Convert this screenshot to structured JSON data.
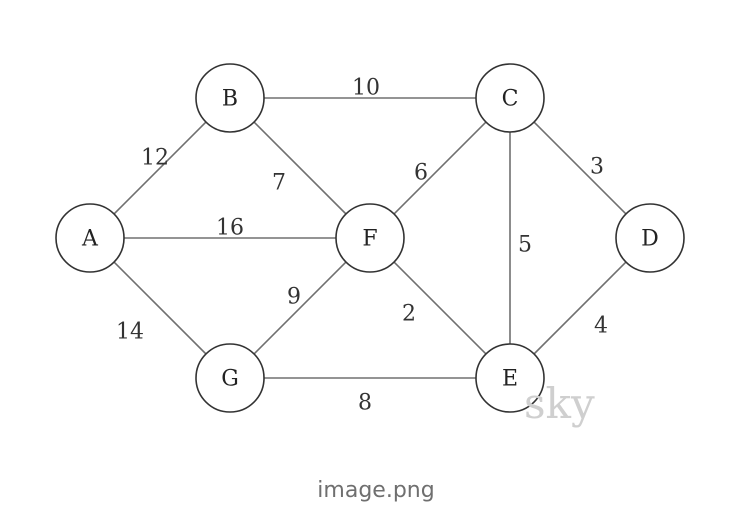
{
  "caption": "image.png",
  "watermark": "sky",
  "colors": {
    "edge": "#707070",
    "node_stroke": "#333333",
    "text": "#222222",
    "watermark": "#cfcfcf",
    "caption": "#6f6f6f"
  },
  "graph": {
    "nodes": [
      {
        "id": "A",
        "label": "A"
      },
      {
        "id": "B",
        "label": "B"
      },
      {
        "id": "C",
        "label": "C"
      },
      {
        "id": "D",
        "label": "D"
      },
      {
        "id": "E",
        "label": "E"
      },
      {
        "id": "F",
        "label": "F"
      },
      {
        "id": "G",
        "label": "G"
      }
    ],
    "edges": [
      {
        "from": "A",
        "to": "B",
        "weight": "12"
      },
      {
        "from": "A",
        "to": "F",
        "weight": "16"
      },
      {
        "from": "A",
        "to": "G",
        "weight": "14"
      },
      {
        "from": "B",
        "to": "C",
        "weight": "10"
      },
      {
        "from": "B",
        "to": "F",
        "weight": "7"
      },
      {
        "from": "F",
        "to": "C",
        "weight": "6"
      },
      {
        "from": "F",
        "to": "G",
        "weight": "9"
      },
      {
        "from": "F",
        "to": "E",
        "weight": "2"
      },
      {
        "from": "C",
        "to": "E",
        "weight": "5"
      },
      {
        "from": "C",
        "to": "D",
        "weight": "3"
      },
      {
        "from": "D",
        "to": "E",
        "weight": "4"
      },
      {
        "from": "G",
        "to": "E",
        "weight": "8"
      }
    ]
  }
}
